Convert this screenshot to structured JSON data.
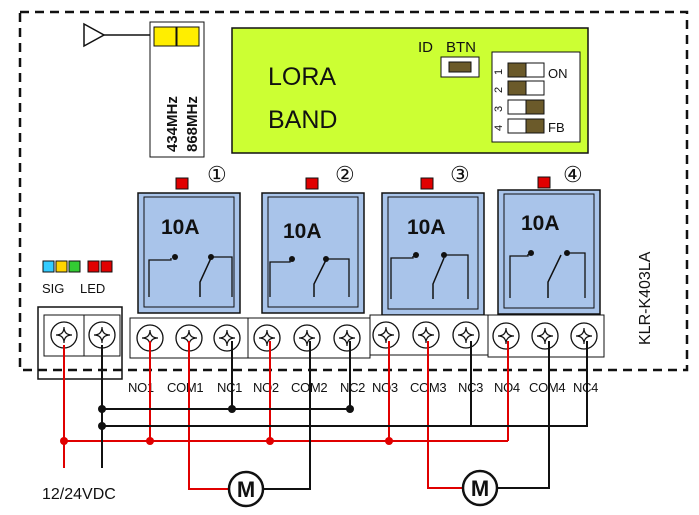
{
  "model": "KLR-K403LA",
  "frequencies": [
    "434MHz",
    "868MHz"
  ],
  "lora": {
    "line1": "LORA",
    "line2": "BAND"
  },
  "id_label": "ID",
  "btn_label": "BTN",
  "dip": {
    "numbers": [
      "1",
      "2",
      "3",
      "4"
    ],
    "on_label": "ON",
    "fb_label": "FB"
  },
  "relays": [
    {
      "circle": "①",
      "rating": "10A"
    },
    {
      "circle": "②",
      "rating": "10A"
    },
    {
      "circle": "③",
      "rating": "10A"
    },
    {
      "circle": "④",
      "rating": "10A"
    }
  ],
  "led_labels": {
    "sig": "SIG",
    "led": "LED"
  },
  "terminals": [
    "NO1",
    "COM1",
    "NC1",
    "NO2",
    "COM2",
    "NC2",
    "NO3",
    "COM3",
    "NC3",
    "NO4",
    "COM4",
    "NC4"
  ],
  "motor_label": "M",
  "power_label": "12/24VDC",
  "colors": {
    "lora_bg": "#ccff33",
    "relay_blue": "#a9c4ea",
    "wire_red": "#e00000",
    "status_red": "#e00000",
    "freq_yellow": "#ffee00",
    "dip_dark": "#6b5a2a"
  },
  "indicator_colors": [
    "#33ccff",
    "#ffd400",
    "#33cc33",
    "#e00000",
    "#e00000"
  ]
}
